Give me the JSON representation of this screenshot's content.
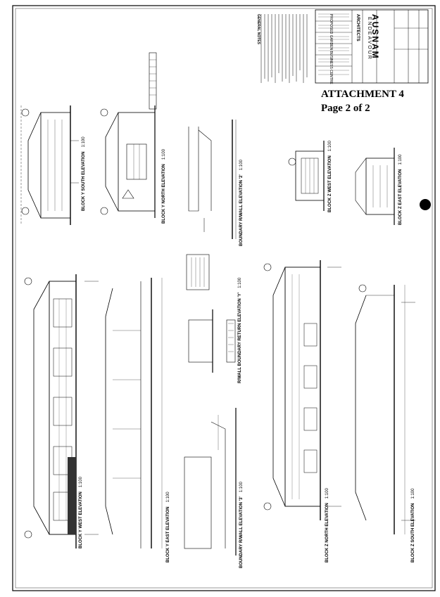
{
  "attachment": {
    "title": "ATTACHMENT 4",
    "page": "Page 2 of 2"
  },
  "title_block": {
    "firm": "AUSNAM",
    "firm_tagline": "ENDEAVOUR",
    "architects": "ARCHITECTS",
    "project": "PROPOSED GARDEN BUSINESS CENTRE",
    "general_notes": "GENERAL NOTES"
  },
  "elevations": [
    {
      "label": "BLOCK Y SOUTH ELEVATION",
      "scale": "1:100"
    },
    {
      "label": "BLOCK Y NORTH ELEVATION",
      "scale": "1:100"
    },
    {
      "label": "BOUNDARY R/WALL ELEVATION '2'",
      "scale": "1:100"
    },
    {
      "label": "BLOCK Z WEST ELEVATION",
      "scale": "1:100"
    },
    {
      "label": "BLOCK Z EAST ELEVATION",
      "scale": "1:100"
    },
    {
      "label": "BLOCK Y WEST ELEVATION",
      "scale": "1:100"
    },
    {
      "label": "BLOCK Y EAST ELEVATION",
      "scale": "1:100"
    },
    {
      "label": "R/WALL BOUNDARY RETURN ELEVATION 'Y'",
      "scale": "1:100"
    },
    {
      "label": "BOUNDARY R/WALL ELEVATION '3'",
      "scale": "1:100"
    },
    {
      "label": "BLOCK Z NORTH ELEVATION",
      "scale": "1:100"
    },
    {
      "label": "BLOCK Z SOUTH ELEVATION",
      "scale": "1:100"
    }
  ]
}
